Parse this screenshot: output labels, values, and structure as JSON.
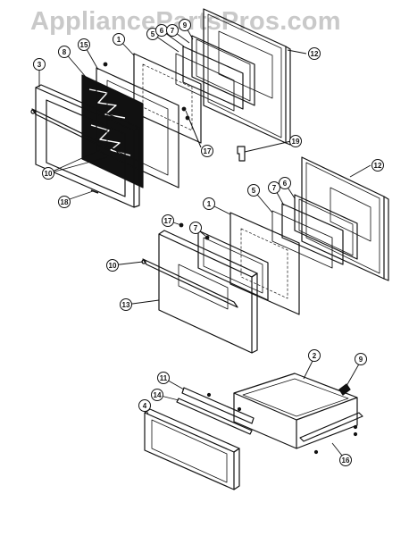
{
  "watermark": "AppliancePartsPros.com",
  "callouts": [
    {
      "label": "12"
    },
    {
      "label": "9"
    },
    {
      "label": "5"
    },
    {
      "label": "6"
    },
    {
      "label": "7"
    },
    {
      "label": "1"
    },
    {
      "label": "15"
    },
    {
      "label": "8"
    },
    {
      "label": "3"
    },
    {
      "label": "17"
    },
    {
      "label": "10"
    },
    {
      "label": "18"
    },
    {
      "label": "19"
    },
    {
      "label": "12"
    },
    {
      "label": "6"
    },
    {
      "label": "7"
    },
    {
      "label": "5"
    },
    {
      "label": "1"
    },
    {
      "label": "17"
    },
    {
      "label": "7"
    },
    {
      "label": "10"
    },
    {
      "label": "13"
    },
    {
      "label": "2"
    },
    {
      "label": "9"
    },
    {
      "label": "11"
    },
    {
      "label": "14"
    },
    {
      "label": "4"
    },
    {
      "label": "16"
    }
  ]
}
